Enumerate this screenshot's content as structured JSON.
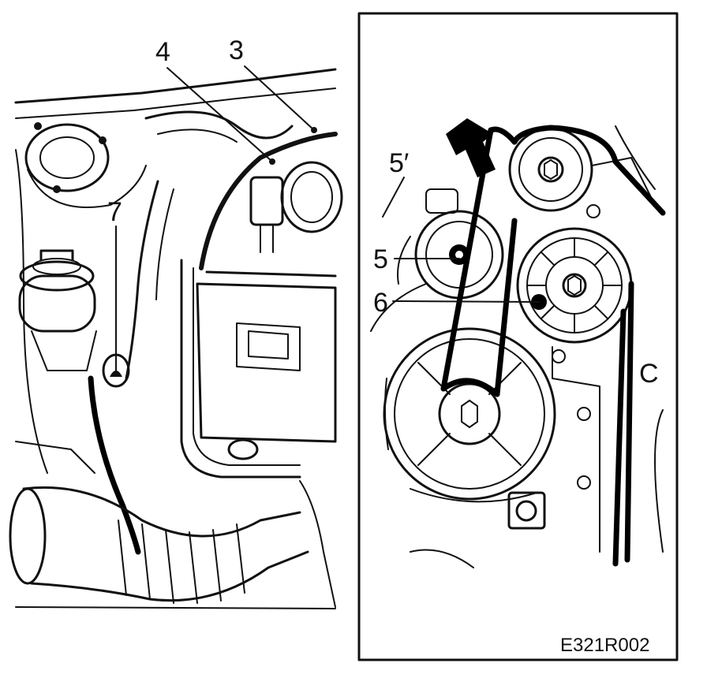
{
  "callouts": {
    "three": "3",
    "four": "4",
    "five": "5",
    "five_prime": "5′",
    "six": "6",
    "seven": "7",
    "c": "C"
  },
  "figure_code": "E321R002"
}
